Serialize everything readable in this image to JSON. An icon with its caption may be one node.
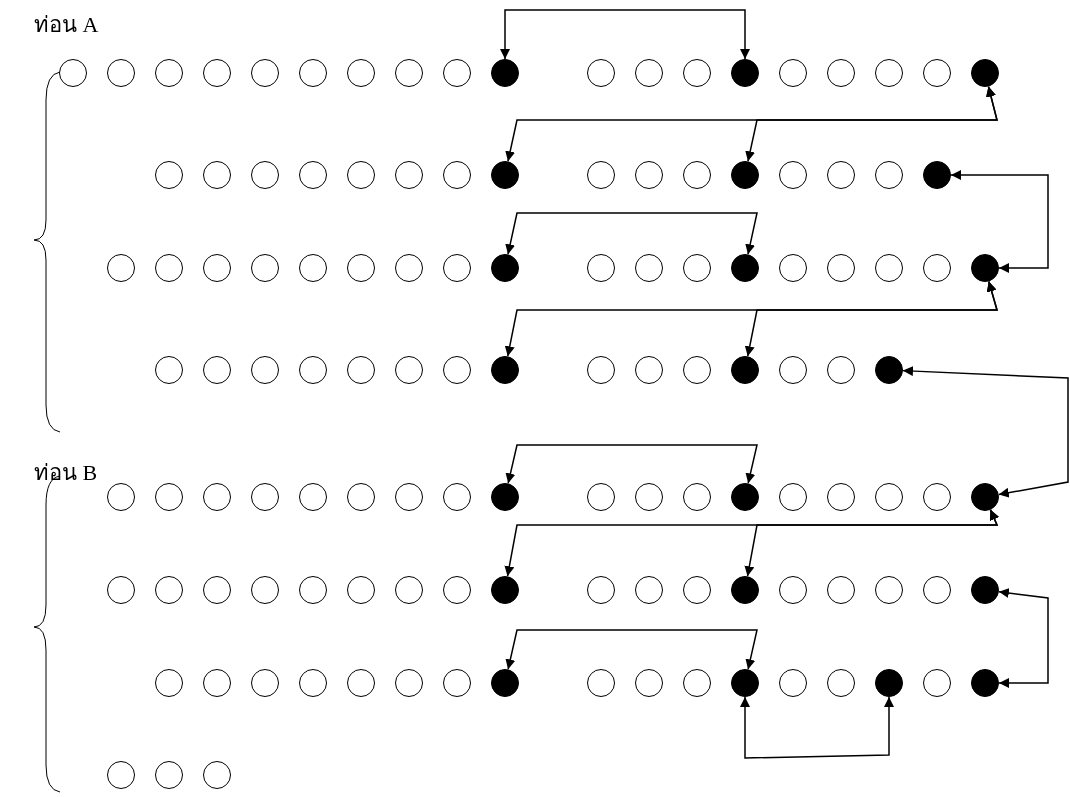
{
  "diagram": {
    "nodes": [
      {
        "text": [],
        "shape": "circle"
      },
      {
        "text": [],
        "shape": "circle"
      },
      {
        "text": [],
        "shape": "circle"
      },
      {
        "text": [],
        "shape": "circle"
      },
      {
        "text": [],
        "shape": "circle"
      },
      {
        "text": [],
        "shape": "circle"
      },
      {
        "text": [],
        "shape": "circle"
      },
      {
        "text": [],
        "shape": "circle"
      },
      {
        "text": [],
        "shape": "circle"
      },
      {
        "text": [],
        "shape": "disc"
      },
      {
        "text": [],
        "shape": "circle"
      },
      {
        "text": [],
        "shape": "circle"
      },
      {
        "text": [],
        "shape": "circle"
      },
      {
        "text": [],
        "shape": "disc"
      },
      {
        "text": [],
        "shape": "circle"
      },
      {
        "text": [],
        "shape": "circle"
      },
      {
        "text": [],
        "shape": "circle"
      },
      {
        "text": [],
        "shape": "circle"
      },
      {
        "text": [],
        "shape": "disc"
      },
      {
        "text": [],
        "shape": "circle"
      },
      {
        "text": [],
        "shape": "circle"
      },
      {
        "text": [],
        "shape": "circle"
      },
      {
        "text": [],
        "shape": "circle"
      },
      {
        "text": [],
        "shape": "circle"
      },
      {
        "text": [],
        "shape": "circle"
      },
      {
        "text": [],
        "shape": "circle"
      },
      {
        "text": [],
        "shape": "disc"
      },
      {
        "text": [],
        "shape": "circle"
      },
      {
        "text": [],
        "shape": "circle"
      },
      {
        "text": [],
        "shape": "circle"
      },
      {
        "text": [],
        "shape": "disc"
      },
      {
        "text": [],
        "shape": "circle"
      },
      {
        "text": [],
        "shape": "circle"
      },
      {
        "text": [],
        "shape": "circle"
      },
      {
        "text": [],
        "shape": "disc"
      },
      {
        "text": [],
        "shape": "circle"
      },
      {
        "text": [],
        "shape": "circle"
      },
      {
        "text": [],
        "shape": "circle"
      },
      {
        "text": [],
        "shape": "circle"
      },
      {
        "text": [],
        "shape": "circle"
      },
      {
        "text": [],
        "shape": "circle"
      },
      {
        "text": [],
        "shape": "circle"
      },
      {
        "text": [],
        "shape": "circle"
      },
      {
        "text": [],
        "shape": "disc"
      },
      {
        "text": [],
        "shape": "circle"
      },
      {
        "text": [],
        "shape": "circle"
      },
      {
        "text": [],
        "shape": "circle"
      },
      {
        "text": [],
        "shape": "disc"
      },
      {
        "text": [],
        "shape": "circle"
      },
      {
        "text": [],
        "shape": "circle"
      },
      {
        "text": [],
        "shape": "circle"
      },
      {
        "text": [],
        "shape": "circle"
      },
      {
        "text": [],
        "shape": "disc"
      },
      {
        "text": [],
        "shape": "circle"
      },
      {
        "text": [],
        "shape": "circle"
      },
      {
        "text": [],
        "shape": "circle"
      },
      {
        "text": [],
        "shape": "circle"
      },
      {
        "text": [],
        "shape": "circle"
      },
      {
        "text": [],
        "shape": "circle"
      },
      {
        "text": [],
        "shape": "circle"
      },
      {
        "text": [],
        "shape": "disc"
      },
      {
        "text": [],
        "shape": "circle"
      },
      {
        "text": [],
        "shape": "circle"
      },
      {
        "text": [],
        "shape": "circle"
      },
      {
        "text": [],
        "shape": "disc"
      },
      {
        "text": [],
        "shape": "circle"
      },
      {
        "text": [],
        "shape": "circle"
      },
      {
        "text": [],
        "shape": "disc"
      },
      {
        "text": [],
        "shape": "circle"
      },
      {
        "text": [],
        "shape": "circle"
      },
      {
        "text": [],
        "shape": "circle"
      },
      {
        "text": [],
        "shape": "circle"
      },
      {
        "text": [],
        "shape": "circle"
      },
      {
        "text": [],
        "shape": "circle"
      },
      {
        "text": [],
        "shape": "circle"
      },
      {
        "text": [],
        "shape": "circle"
      },
      {
        "text": [],
        "shape": "disc"
      },
      {
        "text": [],
        "shape": "circle"
      },
      {
        "text": [],
        "shape": "circle"
      },
      {
        "text": [],
        "shape": "circle"
      },
      {
        "text": [],
        "shape": "disc"
      },
      {
        "text": [],
        "shape": "circle"
      },
      {
        "text": [],
        "shape": "circle"
      },
      {
        "text": [],
        "shape": "circle"
      },
      {
        "text": [],
        "shape": "circle"
      },
      {
        "text": [],
        "shape": "disc"
      },
      {
        "text": [],
        "shape": "circle"
      },
      {
        "text": [],
        "shape": "circle"
      },
      {
        "text": [],
        "shape": "circle"
      },
      {
        "text": [],
        "shape": "circle"
      },
      {
        "text": [],
        "shape": "circle"
      },
      {
        "text": [],
        "shape": "circle"
      },
      {
        "text": [],
        "shape": "circle"
      },
      {
        "text": [],
        "shape": "circle"
      },
      {
        "text": [],
        "shape": "disc"
      },
      {
        "text": [],
        "shape": "circle"
      },
      {
        "text": [],
        "shape": "circle"
      },
      {
        "text": [],
        "shape": "circle"
      },
      {
        "text": [],
        "shape": "disc"
      },
      {
        "text": [],
        "shape": "circle"
      },
      {
        "text": [],
        "shape": "circle"
      },
      {
        "text": [],
        "shape": "circle"
      },
      {
        "text": [],
        "shape": "circle"
      },
      {
        "text": [],
        "shape": "disc"
      },
      {
        "text": [],
        "shape": "circle"
      },
      {
        "text": [],
        "shape": "circle"
      },
      {
        "text": [],
        "shape": "circle"
      },
      {
        "text": [],
        "shape": "circle"
      },
      {
        "text": [],
        "shape": "circle"
      },
      {
        "text": [],
        "shape": "circle"
      },
      {
        "text": [],
        "shape": "circle"
      },
      {
        "text": [],
        "shape": "disc"
      },
      {
        "text": [],
        "shape": "circle"
      },
      {
        "text": [],
        "shape": "circle"
      },
      {
        "text": [],
        "shape": "circle"
      },
      {
        "text": [],
        "shape": "disc"
      },
      {
        "text": [],
        "shape": "circle"
      },
      {
        "text": [],
        "shape": "circle"
      },
      {
        "text": [],
        "shape": "disc"
      },
      {
        "text": [],
        "shape": "circle"
      },
      {
        "text": [],
        "shape": "disc"
      },
      {
        "text": [],
        "shape": "circle"
      },
      {
        "text": [],
        "shape": "circle"
      },
      {
        "text": [],
        "shape": "circle"
      }
    ],
    "edges": [
      {
        "from": 9,
        "to": 13,
        "arrow": "both"
      },
      {
        "from": 26,
        "to": 18,
        "arrow": "both"
      },
      {
        "from": 30,
        "to": 18,
        "arrow": "both"
      },
      {
        "from": 34,
        "to": 52,
        "arrow": "both"
      },
      {
        "from": 43,
        "to": 47,
        "arrow": "both"
      },
      {
        "from": 60,
        "to": 52,
        "arrow": "both"
      },
      {
        "from": 64,
        "to": 52,
        "arrow": "both"
      },
      {
        "from": 67,
        "to": 85,
        "arrow": "both"
      },
      {
        "from": 76,
        "to": 80,
        "arrow": "both"
      },
      {
        "from": 94,
        "to": 85,
        "arrow": "both"
      },
      {
        "from": 98,
        "to": 85,
        "arrow": "both"
      },
      {
        "from": 103,
        "to": 120,
        "arrow": "both"
      },
      {
        "from": 111,
        "to": 115,
        "arrow": "both"
      },
      {
        "from": 115,
        "to": 118,
        "arrow": "both"
      }
    ],
    "labels": [
      "ท่อน A",
      "ท่อน B"
    ]
  }
}
